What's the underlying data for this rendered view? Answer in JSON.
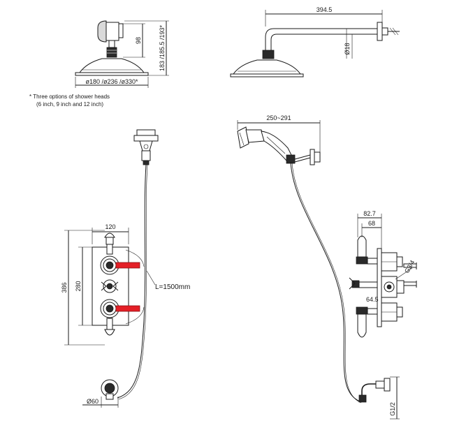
{
  "dimensions": {
    "head_height": "98",
    "head_total": "183 /185.5 /193*",
    "head_diameters": "ø180 /ø236 /ø330*",
    "arm_length": "394.5",
    "arm_diameter": "Ø18",
    "handset_span": "250~291",
    "valve_width": "120",
    "valve_height_outer": "386",
    "valve_height_inner": "280",
    "hose_length": "L=1500mm",
    "outlet_diameter": "Ø60",
    "depth_outer": "82.7",
    "depth_inner": "68",
    "thread_size": "G3/4",
    "outlet_depth": "64.5",
    "outlet_thread": "G1/2"
  },
  "notes": {
    "line1": "* Three options of shower heads",
    "line2": "(6 inch, 9 inch and 12 inch)"
  },
  "colors": {
    "lines": "#1a1a1a",
    "accent_red": "#e41f26"
  }
}
